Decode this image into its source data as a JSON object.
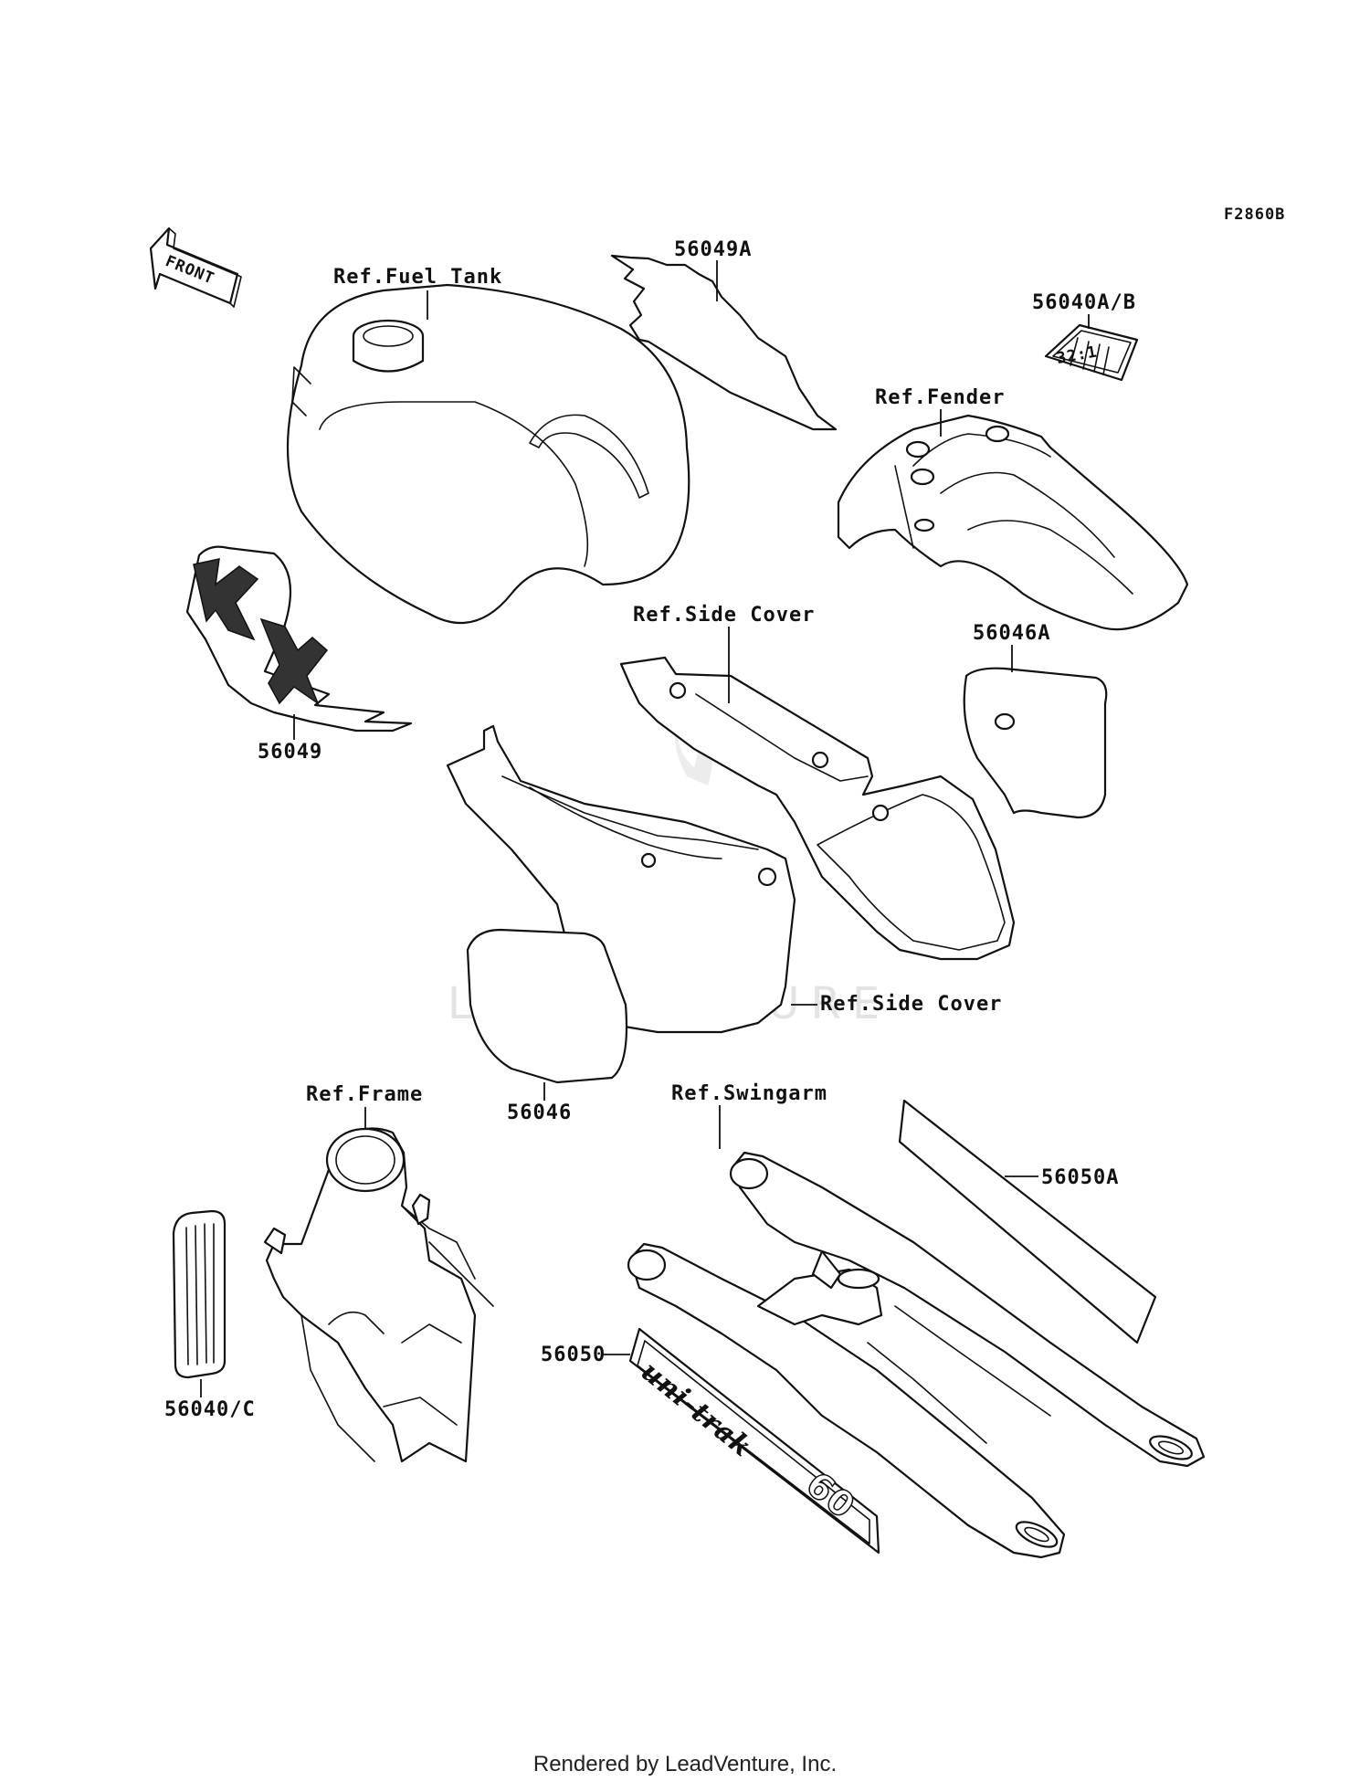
{
  "diagram_code": "F2860B",
  "front_label": "FRONT",
  "watermark": "LEADVENTURE",
  "labels": {
    "fuel_tank": "Ref.Fuel Tank",
    "p56049A": "56049A",
    "p56040AB": "56040A/B",
    "fender": "Ref.Fender",
    "p56049": "56049",
    "side_cover_top": "Ref.Side Cover",
    "p56046A": "56046A",
    "side_cover_bottom": "Ref.Side Cover",
    "p56046": "56046",
    "frame": "Ref.Frame",
    "swingarm": "Ref.Swingarm",
    "p56050A": "56050A",
    "p56050": "56050",
    "p56040C": "56040/C"
  },
  "decal_texts": {
    "ratio_decal": "32:1",
    "kx_logo": "KX",
    "unitrak": "uni-trak",
    "unitrak_num": "60"
  },
  "footer": "Rendered by LeadVenture, Inc."
}
